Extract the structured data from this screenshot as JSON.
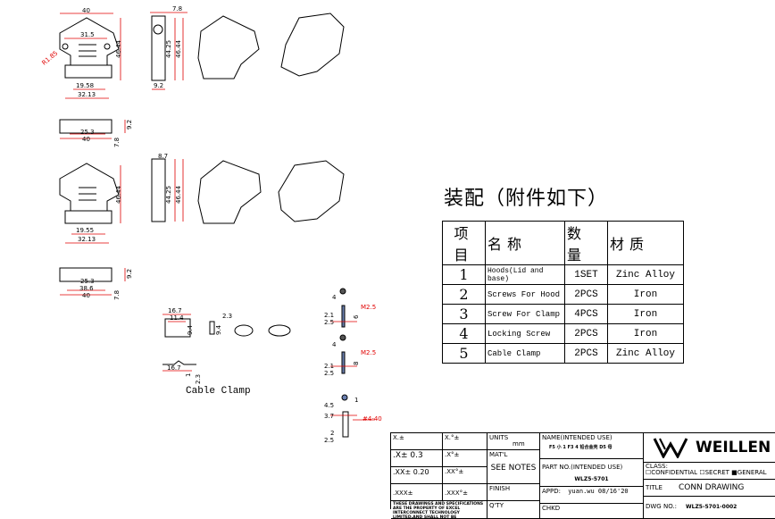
{
  "assembly": {
    "title": "装配（附件如下）",
    "headers": [
      "项目",
      "名称",
      "数量",
      "材质"
    ],
    "rows": [
      {
        "no": "1",
        "name": "Hoods(Lid and base)",
        "qty": "1SET",
        "material": "Zinc Alloy"
      },
      {
        "no": "2",
        "name": "Screws For Hood",
        "qty": "2PCS",
        "material": "Iron"
      },
      {
        "no": "3",
        "name": "Screw For Clamp",
        "qty": "4PCS",
        "material": "Iron"
      },
      {
        "no": "4",
        "name": "Locking Screw",
        "qty": "2PCS",
        "material": "Iron"
      },
      {
        "no": "5",
        "name": "Cable Clamp",
        "qty": "2PCS",
        "material": "Zinc Alloy"
      }
    ]
  },
  "dims": {
    "top_front": [
      "40",
      "31.5",
      "R1.85",
      "46.44",
      "19.58",
      "32.13"
    ],
    "top_side": [
      "7.8",
      "44.25",
      "46.44",
      "9.2"
    ],
    "top_bottom": [
      "9.2",
      "25.3",
      "40",
      "7.8"
    ],
    "mid_front": [
      "46.44",
      "19.55",
      "32.13"
    ],
    "mid_side": [
      "8.7",
      "44.25",
      "46.44"
    ],
    "mid_bottom": [
      "9.2",
      "25.3",
      "38.6",
      "40",
      "7.8"
    ],
    "clamp": [
      "16.7",
      "11.4",
      "9.4",
      "2.3",
      "9.4",
      "16.7",
      "1",
      "2.3"
    ],
    "screw1": [
      "4",
      "M2.5",
      "6",
      "2.1",
      "2.5"
    ],
    "screw2": [
      "4",
      "M2.5",
      "8",
      "2.1",
      "2.5"
    ],
    "screw3": [
      "1",
      "4.5",
      "3.7",
      "#4-40",
      "2",
      "2.5"
    ]
  },
  "clamp_caption": "Cable Clamp",
  "title_block": {
    "tol": [
      [
        "X.±",
        "X.°±"
      ],
      [
        ".X±  0.3",
        ".X°±"
      ],
      [
        ".XX±  0.20",
        ".XX°±"
      ],
      [
        ".XXX±",
        ".XXX°±"
      ]
    ],
    "notice": "THESE DRAWINGS AND SPECIFICATIONS ARE THE PROPERTY OF EXCEL INTERCONNECT TECHNOLOGY LIMITED,AND SHALL NOT BE",
    "units_label": "UNITS",
    "units": "mm",
    "matl_label": "MAT'L",
    "matl": "SEE NOTES",
    "finish_label": "FINISH",
    "qty_label": "Q'TY",
    "name_label": "NAME(INTENDED USE)",
    "name": "F5 小 1 F3 4 铅合金壳 D5 母",
    "part_label": "PART NO.(INTENDED USE)",
    "part": "WLZ5-5701",
    "appd_label": "APPD:",
    "appd": "yuan.wu 08/16'20",
    "chkd_label": "CHKD",
    "logo": "WEILLEN",
    "class_label": "CLASS:",
    "class_opts": [
      "CONFIDENTIAL",
      "SECRET",
      "GENERAL"
    ],
    "title_label": "TITLE",
    "title": "CONN DRAWING",
    "dwg_label": "DWG NO.:",
    "dwg": "WLZ5-5701-0002"
  }
}
